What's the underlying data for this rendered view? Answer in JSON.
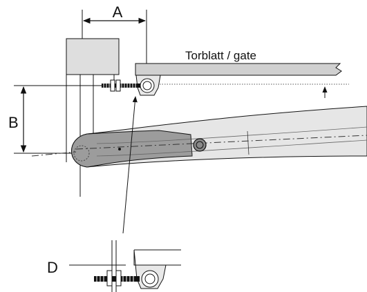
{
  "diagram": {
    "labels": {
      "dimension_a": "A",
      "dimension_b": "B",
      "gate_label": "Torblatt / gate",
      "detail_label": "D"
    },
    "colors": {
      "line": "#111111",
      "gate_fill": "#d0d0d0",
      "motor_body": "#e6e6e6",
      "motor_shade": "#9c9c9c",
      "bracket_fill": "#e8e8e8",
      "detail_label_color": "#e0201b"
    }
  }
}
